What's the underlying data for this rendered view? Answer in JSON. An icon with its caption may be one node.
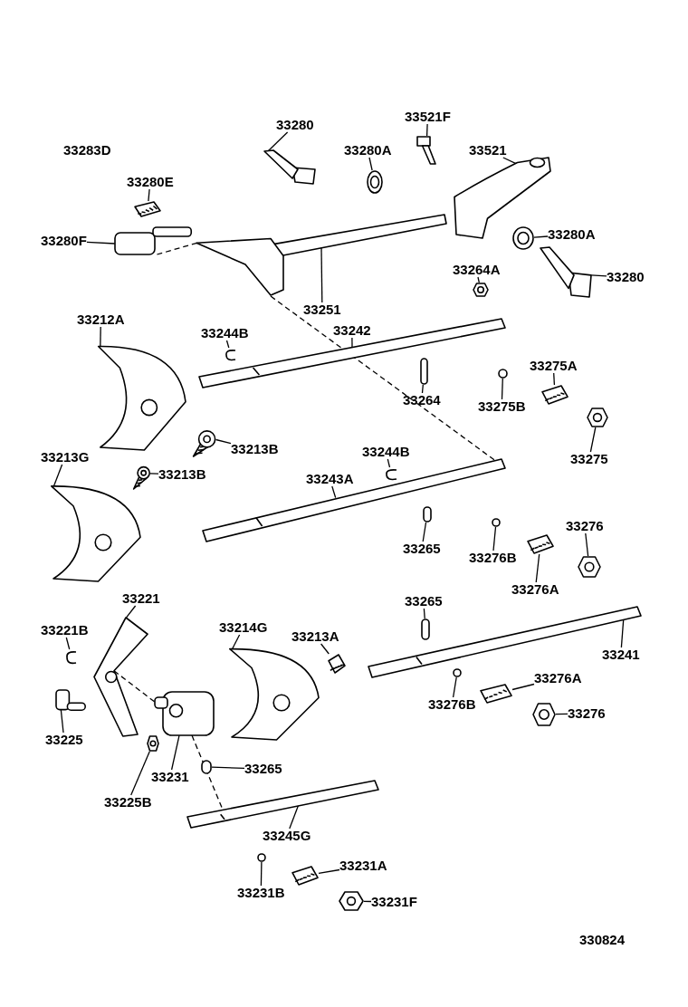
{
  "diagram": {
    "nodes": [
      {
        "text": [
          "33280E"
        ]
      },
      {
        "text": [],
        "shape": "picture"
      },
      {
        "text": [
          "33280F"
        ]
      },
      {
        "text": [],
        "shape": "picture"
      },
      {
        "text": [
          "33280"
        ]
      },
      {
        "text": [],
        "shape": "picture"
      },
      {
        "text": [
          "33280A"
        ]
      },
      {
        "text": [],
        "shape": "picture"
      },
      {
        "text": [
          "33521F"
        ]
      },
      {
        "text": [],
        "shape": "picture"
      },
      {
        "text": [
          "33521"
        ]
      },
      {
        "text": [],
        "shape": "picture"
      },
      {
        "text": [
          "33280A"
        ]
      },
      {
        "text": [],
        "shape": "picture"
      },
      {
        "text": [
          "33280"
        ]
      },
      {
        "text": [],
        "shape": "picture"
      },
      {
        "text": [
          "33251"
        ]
      },
      {
        "text": [],
        "shape": "picture"
      },
      {
        "text": [
          "33264A"
        ]
      },
      {
        "text": [],
        "shape": "picture"
      },
      {
        "text": [
          "33212A"
        ]
      },
      {
        "text": [],
        "shape": "picture"
      },
      {
        "text": [
          "33244B"
        ]
      },
      {
        "text": [],
        "shape": "picture"
      },
      {
        "text": [
          "33242"
        ]
      },
      {
        "text": [],
        "shape": "picture"
      },
      {
        "text": [
          "33264"
        ]
      },
      {
        "text": [],
        "shape": "box"
      },
      {
        "text": [
          "33275A"
        ]
      },
      {
        "text": [],
        "shape": "picture"
      },
      {
        "text": [
          "33275B"
        ]
      },
      {
        "text": [],
        "shape": "circle"
      },
      {
        "text": [
          "33275"
        ]
      },
      {
        "text": [],
        "shape": "picture"
      },
      {
        "text": [
          "33213B"
        ]
      },
      {
        "text": [],
        "shape": "picture"
      },
      {
        "text": [
          "33213G"
        ]
      },
      {
        "text": [],
        "shape": "picture"
      },
      {
        "text": [
          "33213B"
        ]
      },
      {
        "text": [],
        "shape": "picture"
      },
      {
        "text": [
          "33244B"
        ]
      },
      {
        "text": [],
        "shape": "picture"
      },
      {
        "text": [
          "33243A"
        ]
      },
      {
        "text": [],
        "shape": "picture"
      },
      {
        "text": [
          "33265"
        ]
      },
      {
        "text": [],
        "shape": "box"
      },
      {
        "text": [
          "33276B"
        ]
      },
      {
        "text": [],
        "shape": "circle"
      },
      {
        "text": [
          "33276A"
        ]
      },
      {
        "text": [],
        "shape": "picture"
      },
      {
        "text": [
          "33276"
        ]
      },
      {
        "text": [],
        "shape": "picture"
      },
      {
        "text": [
          "33221"
        ]
      },
      {
        "text": [],
        "shape": "picture"
      },
      {
        "text": [
          "33221B"
        ]
      },
      {
        "text": [],
        "shape": "picture"
      },
      {
        "text": [
          "33214G"
        ]
      },
      {
        "text": [],
        "shape": "picture"
      },
      {
        "text": [
          "33213A"
        ]
      },
      {
        "text": [],
        "shape": "picture"
      },
      {
        "text": [
          "33265"
        ]
      },
      {
        "text": [],
        "shape": "box"
      },
      {
        "text": [
          "33241"
        ]
      },
      {
        "text": [],
        "shape": "picture"
      },
      {
        "text": [
          "33276A"
        ]
      },
      {
        "text": [],
        "shape": "picture"
      },
      {
        "text": [
          "33276B"
        ]
      },
      {
        "text": [],
        "shape": "circle"
      },
      {
        "text": [
          "33276"
        ]
      },
      {
        "text": [],
        "shape": "picture"
      },
      {
        "text": [
          "33225"
        ]
      },
      {
        "text": [],
        "shape": "picture"
      },
      {
        "text": [
          "33225B"
        ]
      },
      {
        "text": [],
        "shape": "picture"
      },
      {
        "text": [
          "33231"
        ]
      },
      {
        "text": [],
        "shape": "picture"
      },
      {
        "text": [
          "33265"
        ]
      },
      {
        "text": [],
        "shape": "box"
      },
      {
        "text": [
          "33245G"
        ]
      },
      {
        "text": [],
        "shape": "picture"
      },
      {
        "text": [
          "33231B"
        ]
      },
      {
        "text": [],
        "shape": "circle"
      },
      {
        "text": [
          "33231A"
        ]
      },
      {
        "text": [],
        "shape": "picture"
      },
      {
        "text": [
          "33231F"
        ]
      },
      {
        "text": [],
        "shape": "picture"
      }
    ],
    "edges": [
      {
        "from": 0,
        "to": 1,
        "arrow": "none"
      },
      {
        "from": 2,
        "to": 3,
        "arrow": "none"
      },
      {
        "from": 4,
        "to": 5,
        "arrow": "none"
      },
      {
        "from": 6,
        "to": 7,
        "arrow": "none"
      },
      {
        "from": 8,
        "to": 9,
        "arrow": "none"
      },
      {
        "from": 10,
        "to": 11,
        "arrow": "none"
      },
      {
        "from": 12,
        "to": 13,
        "arrow": "none"
      },
      {
        "from": 14,
        "to": 15,
        "arrow": "none"
      },
      {
        "from": 16,
        "to": 17,
        "arrow": "none"
      },
      {
        "from": 18,
        "to": 19,
        "arrow": "none"
      },
      {
        "from": 20,
        "to": 21,
        "arrow": "none"
      },
      {
        "from": 22,
        "to": 23,
        "arrow": "none"
      },
      {
        "from": 24,
        "to": 25,
        "arrow": "none"
      },
      {
        "from": 26,
        "to": 27,
        "arrow": "none"
      },
      {
        "from": 28,
        "to": 29,
        "arrow": "none"
      },
      {
        "from": 30,
        "to": 31,
        "arrow": "none"
      },
      {
        "from": 32,
        "to": 33,
        "arrow": "none"
      },
      {
        "from": 34,
        "to": 35,
        "arrow": "none"
      },
      {
        "from": 36,
        "to": 37,
        "arrow": "none"
      },
      {
        "from": 38,
        "to": 39,
        "arrow": "none"
      },
      {
        "from": 40,
        "to": 41,
        "arrow": "none"
      },
      {
        "from": 42,
        "to": 43,
        "arrow": "none"
      },
      {
        "from": 44,
        "to": 45,
        "arrow": "none"
      },
      {
        "from": 46,
        "to": 47,
        "arrow": "none"
      },
      {
        "from": 48,
        "to": 49,
        "arrow": "none"
      },
      {
        "from": 50,
        "to": 51,
        "arrow": "none"
      },
      {
        "from": 52,
        "to": 53,
        "arrow": "none"
      },
      {
        "from": 54,
        "to": 55,
        "arrow": "none"
      },
      {
        "from": 56,
        "to": 57,
        "arrow": "none"
      },
      {
        "from": 58,
        "to": 59,
        "arrow": "none"
      },
      {
        "from": 60,
        "to": 61,
        "arrow": "none"
      },
      {
        "from": 62,
        "to": 63,
        "arrow": "none"
      },
      {
        "from": 64,
        "to": 65,
        "arrow": "none"
      },
      {
        "from": 66,
        "to": 67,
        "arrow": "none"
      },
      {
        "from": 68,
        "to": 69,
        "arrow": "none"
      },
      {
        "from": 70,
        "to": 71,
        "arrow": "none"
      },
      {
        "from": 72,
        "to": 73,
        "arrow": "none"
      },
      {
        "from": 74,
        "to": 75,
        "arrow": "none"
      },
      {
        "from": 76,
        "to": 77,
        "arrow": "none"
      },
      {
        "from": 78,
        "to": 79,
        "arrow": "none"
      },
      {
        "from": 80,
        "to": 81,
        "arrow": "none"
      },
      {
        "from": 82,
        "to": 83,
        "arrow": "none"
      },
      {
        "from": 84,
        "to": 85,
        "arrow": "none"
      },
      {
        "from": 3,
        "to": 17,
        "arrow": "none",
        "style": "dashed"
      },
      {
        "from": 17,
        "to": 43,
        "arrow": "none",
        "style": "dashed"
      },
      {
        "from": 53,
        "to": 75,
        "arrow": "none",
        "style": "dashed"
      },
      {
        "from": 75,
        "to": 79,
        "arrow": "none",
        "style": "dashed"
      }
    ],
    "labels": [
      "33283D",
      "330824"
    ]
  }
}
